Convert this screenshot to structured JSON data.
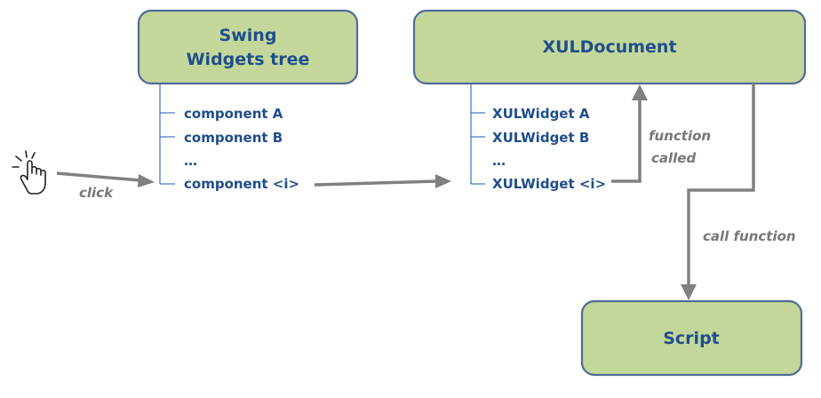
{
  "nodes": {
    "swing_tree": {
      "title_line1": "Swing",
      "title_line2": "Widgets tree",
      "items": [
        "component A",
        "component B",
        "…",
        "component <i>"
      ]
    },
    "xul_document": {
      "title": "XULDocument",
      "items": [
        "XULWidget A",
        "XULWidget B",
        "…",
        "XULWidget <i>"
      ]
    },
    "script": {
      "title": "Script"
    }
  },
  "edges": {
    "click": "click",
    "function_called_line1": "function",
    "function_called_line2": "called",
    "call_function": "call function"
  },
  "icons": {
    "pointer": "hand-pointer-click-icon"
  },
  "colors": {
    "box_fill": "#c4d79b",
    "box_stroke": "#4f6b95",
    "text_blue": "#1f4e8c",
    "tree_line": "#4a78c2",
    "arrow_gray": "#808080",
    "label_gray": "#777777"
  }
}
